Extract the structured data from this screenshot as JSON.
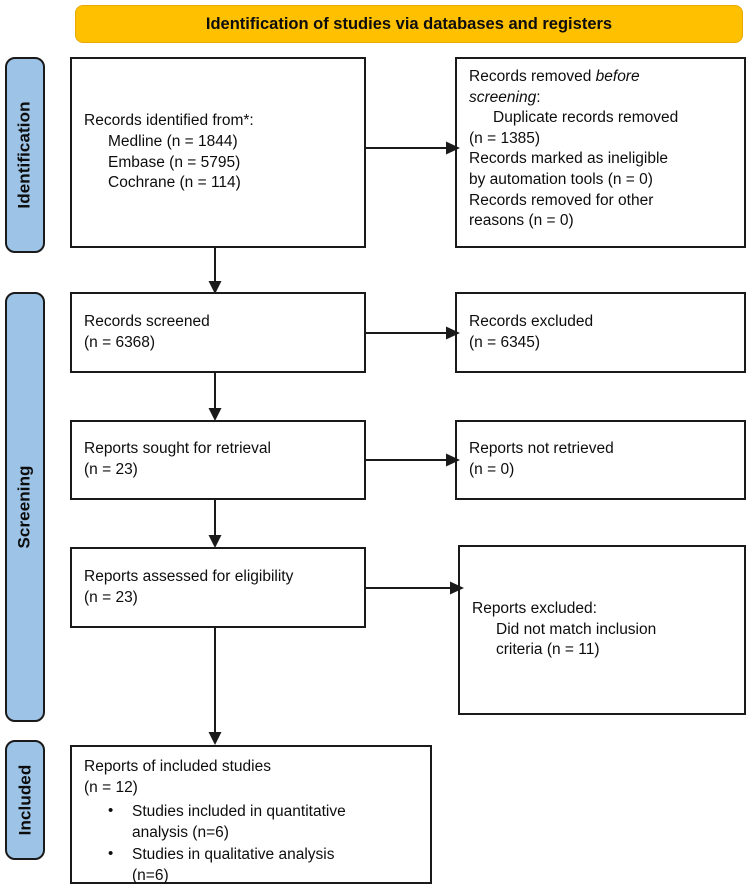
{
  "header": {
    "banner_text": "Identification of studies via databases and registers",
    "banner_color": "#FFC000"
  },
  "phases": {
    "bar_color": "#9DC3E6",
    "items": [
      {
        "id": "identification",
        "label": "Identification"
      },
      {
        "id": "screening",
        "label": "Screening"
      },
      {
        "id": "included",
        "label": "Included"
      }
    ]
  },
  "boxes": {
    "identified": {
      "line1": "Records identified from*:",
      "line2": "Medline (n = 1844)",
      "line3": "Embase (n = 5795)",
      "line4": "Cochrane (n = 114)"
    },
    "removed": {
      "line1a": "Records removed ",
      "line1b": "before",
      "line2a": "screening",
      "line2b": ":",
      "line3": "Duplicate records removed",
      "line4": "(n = 1385)",
      "line5": "Records marked as ineligible",
      "line6": "by automation tools (n = 0)",
      "line7": "Records removed for other",
      "line8": "reasons (n = 0)"
    },
    "screened": {
      "line1": "Records screened",
      "line2": "(n = 6368)"
    },
    "records_excluded": {
      "line1": "Records excluded",
      "line2": "(n = 6345)"
    },
    "sought": {
      "line1": "Reports sought for retrieval",
      "line2": "(n = 23)"
    },
    "not_retrieved": {
      "line1": "Reports not retrieved",
      "line2": "(n = 0)"
    },
    "assessed": {
      "line1": "Reports assessed for eligibility",
      "line2": "(n = 23)"
    },
    "reports_excluded": {
      "line1": "Reports excluded:",
      "line2": "Did not match inclusion",
      "line3": "criteria (n = 11)"
    },
    "included": {
      "line1": "Reports of included studies",
      "line2": "(n = 12)",
      "bullets": [
        "Studies included in quantitative\nanalysis (n=6)",
        "Studies in qualitative analysis\n(n=6)"
      ]
    }
  },
  "chart_data": {
    "type": "diagram",
    "title": "PRISMA 2020 flow diagram",
    "subtitle": "Identification of studies via databases and registers",
    "nodes": [
      {
        "id": "identified",
        "phase": "Identification",
        "label": "Records identified from*",
        "counts": {
          "Medline": 1844,
          "Embase": 5795,
          "Cochrane": 114
        }
      },
      {
        "id": "removed",
        "phase": "Identification",
        "label": "Records removed before screening",
        "counts": {
          "Duplicate records removed": 1385,
          "Records marked as ineligible by automation tools": 0,
          "Records removed for other reasons": 0
        }
      },
      {
        "id": "screened",
        "phase": "Screening",
        "label": "Records screened",
        "n": 6368
      },
      {
        "id": "records_excluded",
        "phase": "Screening",
        "label": "Records excluded",
        "n": 6345
      },
      {
        "id": "sought",
        "phase": "Screening",
        "label": "Reports sought for retrieval",
        "n": 23
      },
      {
        "id": "not_retrieved",
        "phase": "Screening",
        "label": "Reports not retrieved",
        "n": 0
      },
      {
        "id": "assessed",
        "phase": "Screening",
        "label": "Reports assessed for eligibility",
        "n": 23
      },
      {
        "id": "reports_excluded",
        "phase": "Screening",
        "label": "Reports excluded: Did not match inclusion criteria",
        "n": 11
      },
      {
        "id": "included",
        "phase": "Included",
        "label": "Reports of included studies",
        "n": 12,
        "counts": {
          "Studies included in quantitative analysis": 6,
          "Studies in qualitative analysis": 6
        }
      }
    ],
    "edges": [
      {
        "from": "identified",
        "to": "removed",
        "direction": "right"
      },
      {
        "from": "identified",
        "to": "screened",
        "direction": "down"
      },
      {
        "from": "screened",
        "to": "records_excluded",
        "direction": "right"
      },
      {
        "from": "screened",
        "to": "sought",
        "direction": "down"
      },
      {
        "from": "sought",
        "to": "not_retrieved",
        "direction": "right"
      },
      {
        "from": "sought",
        "to": "assessed",
        "direction": "down"
      },
      {
        "from": "assessed",
        "to": "reports_excluded",
        "direction": "right"
      },
      {
        "from": "assessed",
        "to": "included",
        "direction": "down"
      }
    ]
  }
}
